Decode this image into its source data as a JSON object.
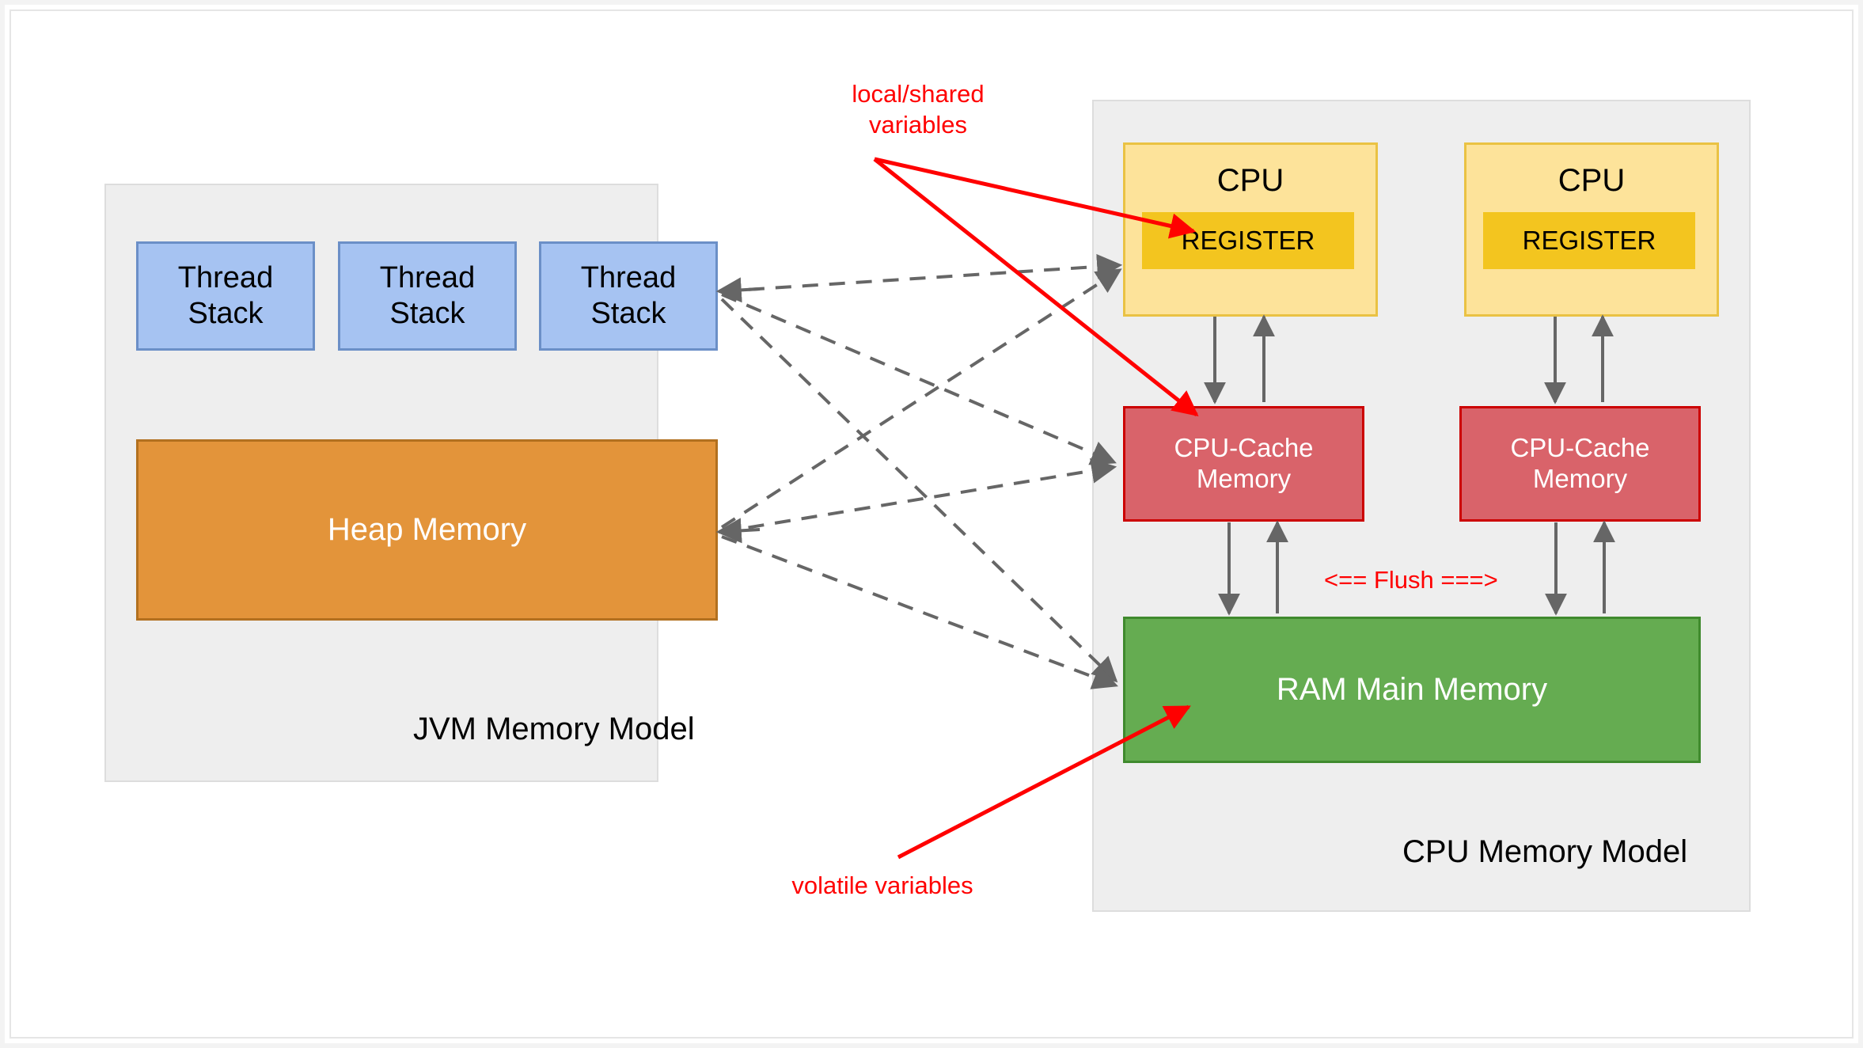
{
  "diagram": {
    "title_jvm": "JVM Memory Model",
    "title_cpu": "CPU Memory Model"
  },
  "jvm_panel": {
    "label": "JVM Memory Model",
    "thread_stacks": [
      {
        "label": "Thread\nStack"
      },
      {
        "label": "Thread\nStack"
      },
      {
        "label": "Thread\nStack"
      }
    ],
    "heap": {
      "label": "Heap Memory"
    }
  },
  "cpu_panel": {
    "label": "CPU Memory Model",
    "cpus": [
      {
        "label": "CPU",
        "register_label": "REGISTER",
        "cache_label": "CPU-Cache\nMemory"
      },
      {
        "label": "CPU",
        "register_label": "REGISTER",
        "cache_label": "CPU-Cache\nMemory"
      }
    ],
    "ram": {
      "label": "RAM Main Memory"
    },
    "flush_label": "<== Flush ===>"
  },
  "annotations": {
    "local_shared": "local/shared\nvariables",
    "volatile": "volatile variables"
  },
  "colors": {
    "panel_bg": "#eeeeee",
    "panel_border": "#dddddd",
    "thread_stack_fill": "#a6c3f2",
    "thread_stack_border": "#6b8fc7",
    "heap_fill": "#e3943a",
    "heap_border": "#b2701f",
    "cpu_fill": "#fde39a",
    "cpu_border": "#eac243",
    "register_fill": "#f3c51f",
    "cache_fill": "#d9636a",
    "cache_border": "#cc0000",
    "ram_fill": "#65ac51",
    "ram_border": "#3f8a2d",
    "annotation_red": "#ff0000",
    "arrow_gray": "#666666"
  }
}
